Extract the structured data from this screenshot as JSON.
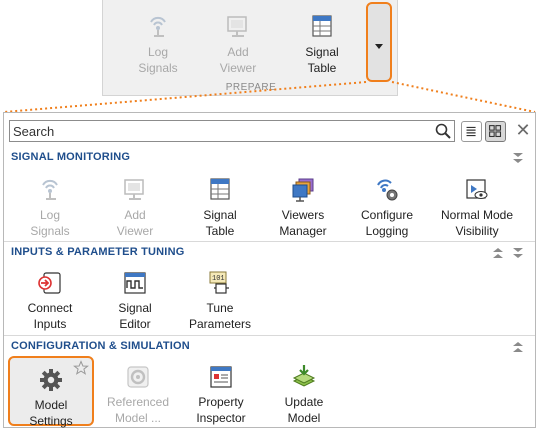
{
  "toolstrip": {
    "buttons": [
      {
        "label": "Log\nSignals",
        "icon": "log-signals-icon",
        "enabled": false
      },
      {
        "label": "Add\nViewer",
        "icon": "add-viewer-icon",
        "enabled": false
      },
      {
        "label": "Signal\nTable",
        "icon": "signal-table-icon",
        "enabled": true
      }
    ],
    "section_label": "PREPARE",
    "expand_icon": "caret-down-icon"
  },
  "gallery": {
    "search": {
      "placeholder": "Search",
      "value": ""
    },
    "view_buttons": [
      "list-view-icon",
      "icon-view-icon"
    ],
    "close_label": "✕",
    "sections": [
      {
        "title": "SIGNAL MONITORING",
        "items": [
          {
            "label": "Log\nSignals",
            "icon": "log-signals-icon",
            "enabled": false
          },
          {
            "label": "Add\nViewer",
            "icon": "add-viewer-icon",
            "enabled": false
          },
          {
            "label": "Signal\nTable",
            "icon": "signal-table-icon",
            "enabled": true
          },
          {
            "label": "Viewers\nManager",
            "icon": "viewers-manager-icon",
            "enabled": true
          },
          {
            "label": "Configure\nLogging",
            "icon": "configure-logging-icon",
            "enabled": true
          },
          {
            "label": "Normal Mode\nVisibility",
            "icon": "normal-mode-visibility-icon",
            "enabled": true
          }
        ]
      },
      {
        "title": "INPUTS & PARAMETER TUNING",
        "items": [
          {
            "label": "Connect\nInputs",
            "icon": "connect-inputs-icon",
            "enabled": true
          },
          {
            "label": "Signal\nEditor",
            "icon": "signal-editor-icon",
            "enabled": true
          },
          {
            "label": "Tune\nParameters",
            "icon": "tune-parameters-icon",
            "enabled": true
          }
        ]
      },
      {
        "title": "CONFIGURATION & SIMULATION",
        "items": [
          {
            "label": "Model\nSettings",
            "icon": "gear-icon",
            "enabled": true,
            "highlighted": true
          },
          {
            "label": "Referenced\nModel  ...",
            "icon": "referenced-model-icon",
            "enabled": false
          },
          {
            "label": "Property\nInspector",
            "icon": "property-inspector-icon",
            "enabled": true
          },
          {
            "label": "Update\nModel",
            "icon": "update-model-icon",
            "enabled": true
          }
        ]
      }
    ]
  },
  "colors": {
    "highlight": "#f07f1c",
    "section_title": "#1f4e8c",
    "disabled": "#a8a8a8"
  }
}
